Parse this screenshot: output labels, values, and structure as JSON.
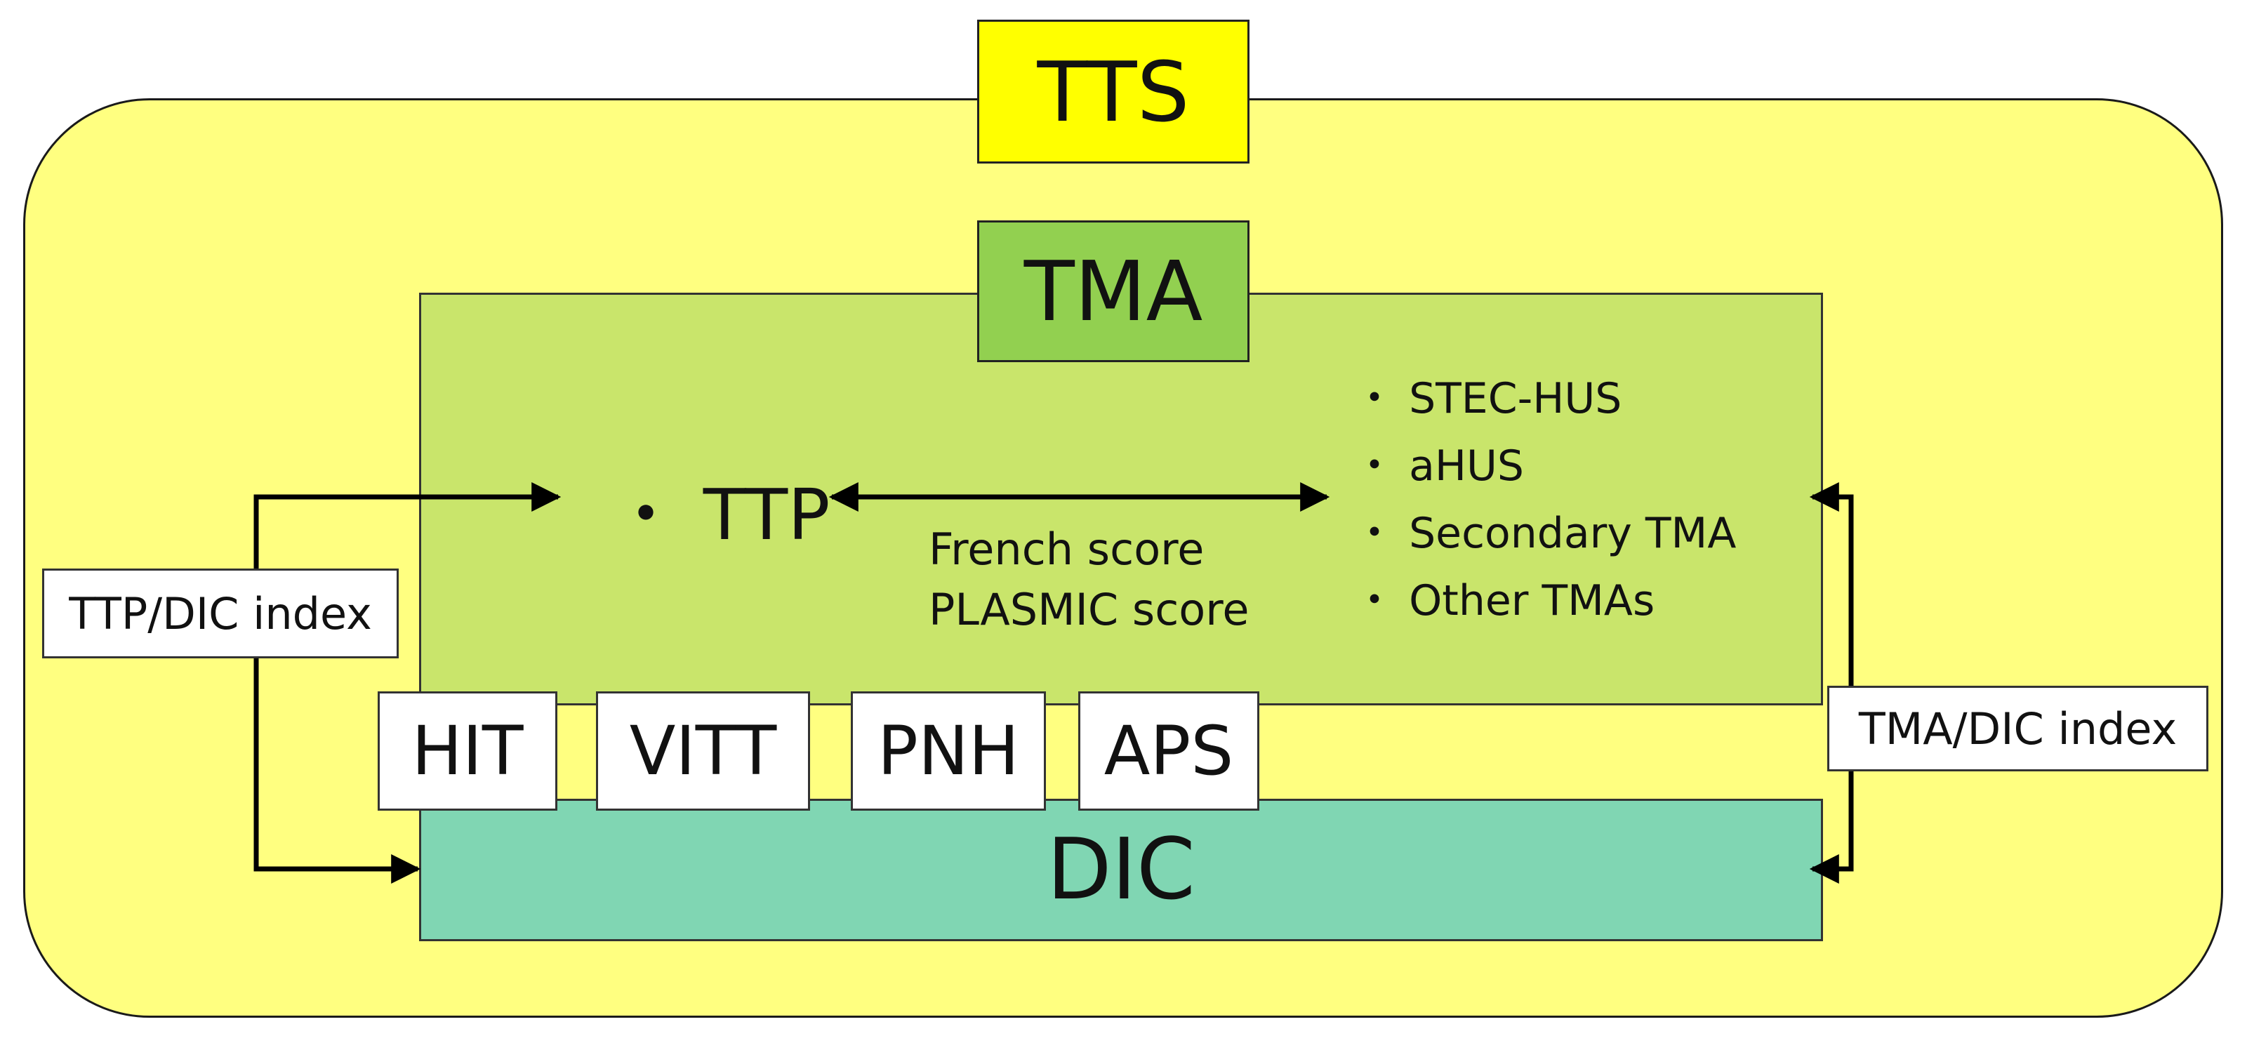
{
  "tts": {
    "label": "TTS"
  },
  "tma": {
    "label": "TMA",
    "ttp_label": "・ TTP",
    "scores": [
      "French score",
      "PLASMIC score"
    ],
    "other_items": [
      "・ STEC-HUS",
      "・ aHUS",
      "・ Secondary TMA",
      "・ Other TMAs"
    ]
  },
  "dic": {
    "label": "DIC"
  },
  "overlap_boxes": [
    "HIT",
    "VITT",
    "PNH",
    "APS"
  ],
  "indices": {
    "ttp_dic": "TTP/DIC index",
    "tma_dic": "TMA/DIC index"
  },
  "colors": {
    "tts_region": "#ffff80",
    "tts_title": "#ffff00",
    "tma_region": "#c9e56b",
    "tma_title": "#92d050",
    "dic_region": "#80d6b3"
  }
}
